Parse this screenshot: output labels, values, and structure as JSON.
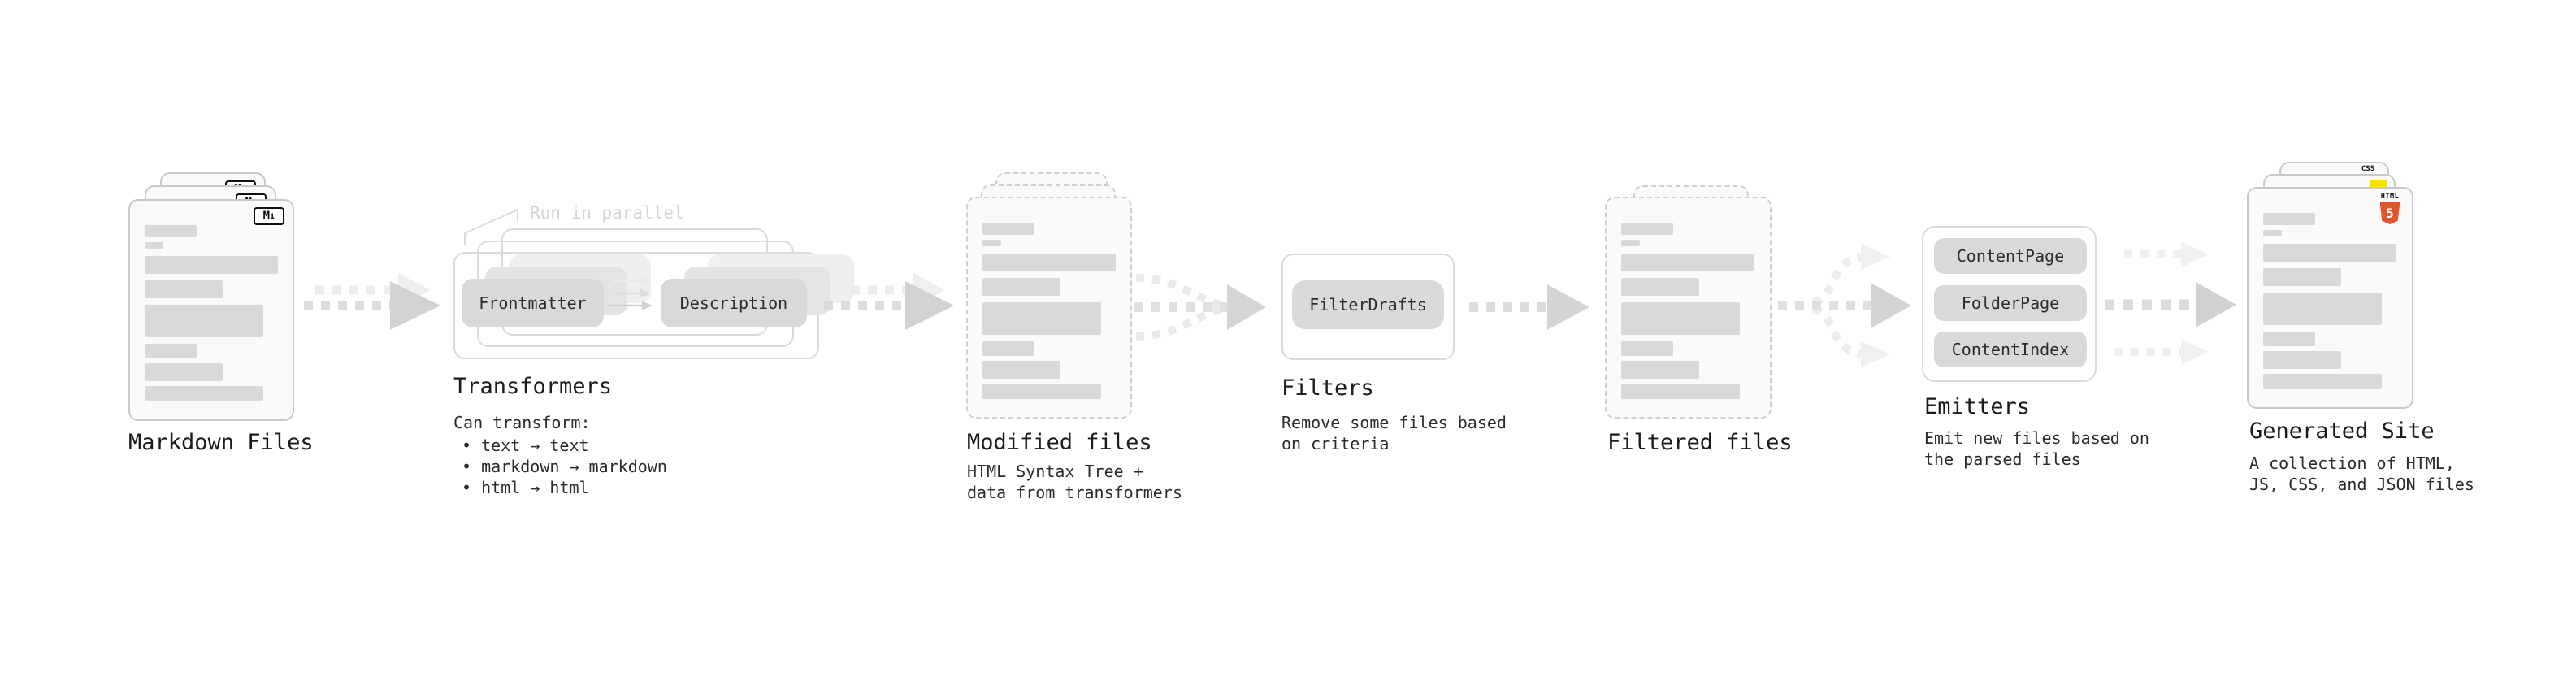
{
  "diagram": {
    "stages": {
      "markdown_files": {
        "title": "Markdown Files"
      },
      "transformers": {
        "title": "Transformers",
        "callout": "Run in parallel",
        "pills": {
          "frontmatter": "Frontmatter",
          "description": "Description"
        },
        "desc_heading": "Can transform:",
        "bullets": [
          "• text → text",
          "• markdown → markdown",
          "• html → html"
        ]
      },
      "modified_files": {
        "title": "Modified files",
        "desc": [
          "HTML Syntax Tree +",
          "data from transformers"
        ]
      },
      "filters": {
        "title": "Filters",
        "pill": "FilterDrafts",
        "desc": [
          "Remove some files based",
          "on criteria"
        ]
      },
      "filtered_files": {
        "title": "Filtered files"
      },
      "emitters": {
        "title": "Emitters",
        "pills": [
          "ContentPage",
          "FolderPage",
          "ContentIndex"
        ],
        "desc": [
          "Emit new files based on",
          "the parsed files"
        ]
      },
      "generated_site": {
        "title": "Generated Site",
        "desc": [
          "A collection of HTML,",
          "JS, CSS, and JSON files"
        ]
      }
    },
    "badges": {
      "markdown": "M↓",
      "css": "CSS",
      "html_label": "HTML",
      "html_number": "5"
    },
    "colors": {
      "html5_orange": "#e5532c",
      "js_yellow": "#ffdf00",
      "css_blue": "#2d5bff",
      "pill_gray": "#d9d9d9",
      "arrow_gray": "#d2d2d2"
    }
  }
}
